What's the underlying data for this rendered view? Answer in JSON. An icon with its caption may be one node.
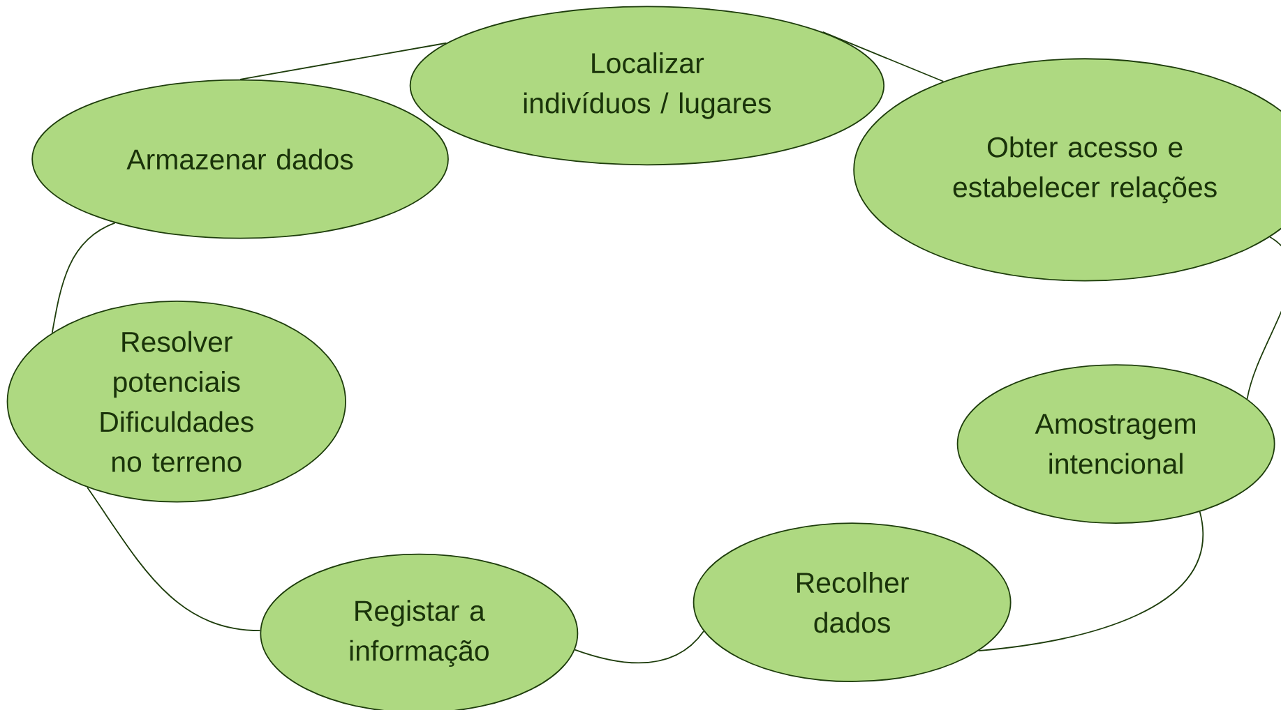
{
  "diagram": {
    "nodes": [
      {
        "text": [
          "Localizar indivíduos / lugares"
        ]
      },
      {
        "text": [
          "Obter acesso e estabelecer relações"
        ]
      },
      {
        "text": [
          "Amostragem intencional"
        ]
      },
      {
        "text": [
          "Recolher dados"
        ]
      },
      {
        "text": [
          "Registar a informação"
        ]
      },
      {
        "text": [
          "Resolver potenciais Dificuldades no terreno"
        ]
      },
      {
        "text": [
          "Armazenar dados"
        ]
      }
    ],
    "edges": [
      {
        "from": 0,
        "to": 1,
        "arrow": "none"
      },
      {
        "from": 1,
        "to": 2,
        "arrow": "none"
      },
      {
        "from": 2,
        "to": 3,
        "arrow": "none"
      },
      {
        "from": 3,
        "to": 4,
        "arrow": "none"
      },
      {
        "from": 4,
        "to": 5,
        "arrow": "none"
      },
      {
        "from": 5,
        "to": 6,
        "arrow": "none"
      },
      {
        "from": 6,
        "to": 0,
        "arrow": "none"
      }
    ]
  }
}
